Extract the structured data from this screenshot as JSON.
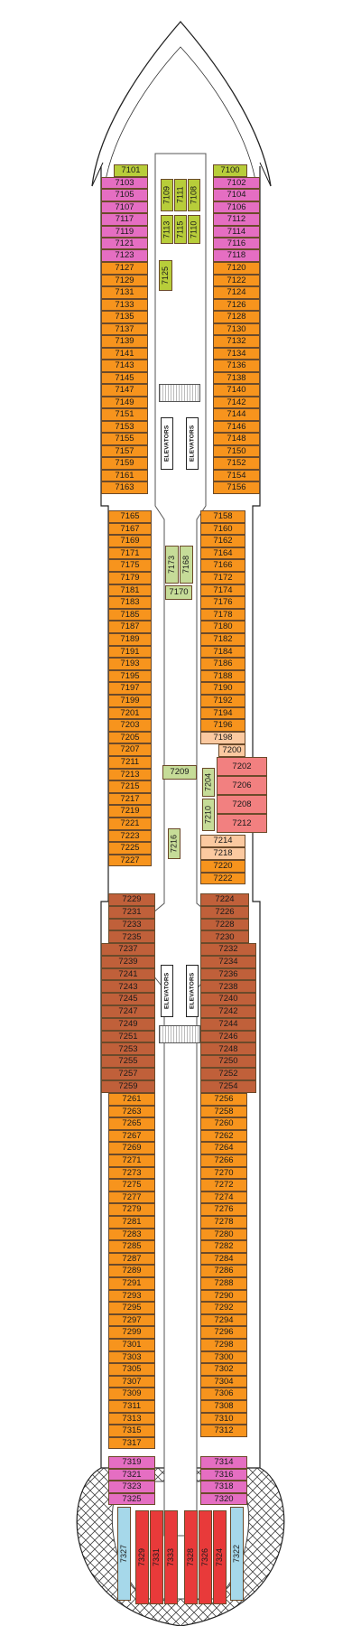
{
  "labels": {
    "elevators": "ELEVATORS"
  },
  "colors": {
    "pink": "#e56ec2",
    "lime": "#b8cd3a",
    "orange": "#f7941d",
    "lightgreen": "#c6dc98",
    "peach": "#fbc9a0",
    "salmon": "#f28080",
    "brown": "#c0603a",
    "red": "#e83a3a",
    "blue": "#a6d8ea"
  },
  "cabins": {
    "pink_left": [
      "7103",
      "7105",
      "7107",
      "7117",
      "7119",
      "7121",
      "7123"
    ],
    "pink_right": [
      "7102",
      "7104",
      "7106",
      "7112",
      "7114",
      "7116",
      "7118"
    ],
    "lime_top": [
      "7101",
      "7100"
    ],
    "lime_mid": [
      "7109",
      "7111",
      "7108",
      "7113",
      "7115",
      "7110",
      "7125"
    ],
    "orange_left_1": [
      "7127",
      "7129",
      "7131",
      "7133",
      "7135",
      "7137",
      "7139",
      "7141",
      "7143",
      "7145",
      "7147",
      "7149",
      "7151",
      "7153",
      "7155",
      "7157",
      "7159",
      "7161",
      "7163"
    ],
    "orange_right_1": [
      "7120",
      "7122",
      "7124",
      "7126",
      "7128",
      "7130",
      "7132",
      "7134",
      "7136",
      "7138",
      "7140",
      "7142",
      "7144",
      "7146",
      "7148",
      "7150",
      "7152",
      "7154",
      "7156"
    ],
    "orange_left_2": [
      "7165",
      "7167",
      "7169",
      "7171",
      "7175",
      "7179",
      "7181",
      "7183",
      "7185",
      "7187",
      "7189",
      "7191",
      "7193",
      "7195",
      "7197",
      "7199",
      "7201",
      "7203",
      "7205",
      "7207",
      "7211",
      "7213",
      "7215",
      "7217",
      "7219",
      "7221",
      "7223",
      "7225",
      "7227"
    ],
    "orange_right_2": [
      "7158",
      "7160",
      "7162",
      "7164",
      "7166",
      "7172",
      "7174",
      "7176",
      "7178",
      "7180",
      "7182",
      "7184",
      "7186",
      "7188",
      "7190",
      "7192",
      "7194",
      "7196",
      "7220",
      "7222"
    ],
    "peach_right": [
      "7198",
      "7200",
      "7214",
      "7218"
    ],
    "salmon_right": [
      "7202",
      "7206",
      "7208",
      "7212"
    ],
    "lightgreen_mid": [
      "7173",
      "7168",
      "7170",
      "7209",
      "7204",
      "7210",
      "7216"
    ],
    "brown_left": [
      "7229",
      "7231",
      "7233",
      "7235",
      "7237",
      "7239",
      "7241",
      "7243",
      "7245",
      "7247",
      "7249",
      "7251",
      "7253",
      "7255",
      "7257",
      "7259"
    ],
    "brown_right": [
      "7224",
      "7226",
      "7228",
      "7230",
      "7232",
      "7234",
      "7236",
      "7238",
      "7240",
      "7242",
      "7244",
      "7246",
      "7248",
      "7250",
      "7252",
      "7254"
    ],
    "orange_left_3": [
      "7261",
      "7263",
      "7265",
      "7267",
      "7269",
      "7271",
      "7273",
      "7275",
      "7277",
      "7279",
      "7281",
      "7283",
      "7285",
      "7287",
      "7289",
      "7291",
      "7293",
      "7295",
      "7297",
      "7299",
      "7301",
      "7303",
      "7305",
      "7307",
      "7309",
      "7311",
      "7313",
      "7315",
      "7317"
    ],
    "orange_right_3": [
      "7256",
      "7258",
      "7260",
      "7262",
      "7264",
      "7266",
      "7270",
      "7272",
      "7274",
      "7276",
      "7278",
      "7280",
      "7282",
      "7284",
      "7286",
      "7288",
      "7290",
      "7292",
      "7294",
      "7296",
      "7298",
      "7300",
      "7302",
      "7304",
      "7306",
      "7308",
      "7310",
      "7312"
    ],
    "pink_aft_left": [
      "7319",
      "7321",
      "7323",
      "7325"
    ],
    "pink_aft_right": [
      "7314",
      "7316",
      "7318",
      "7320"
    ],
    "red_aft": [
      "7329",
      "7331",
      "7333",
      "7328",
      "7326",
      "7324"
    ],
    "blue_aft": [
      "7327",
      "7322"
    ]
  }
}
